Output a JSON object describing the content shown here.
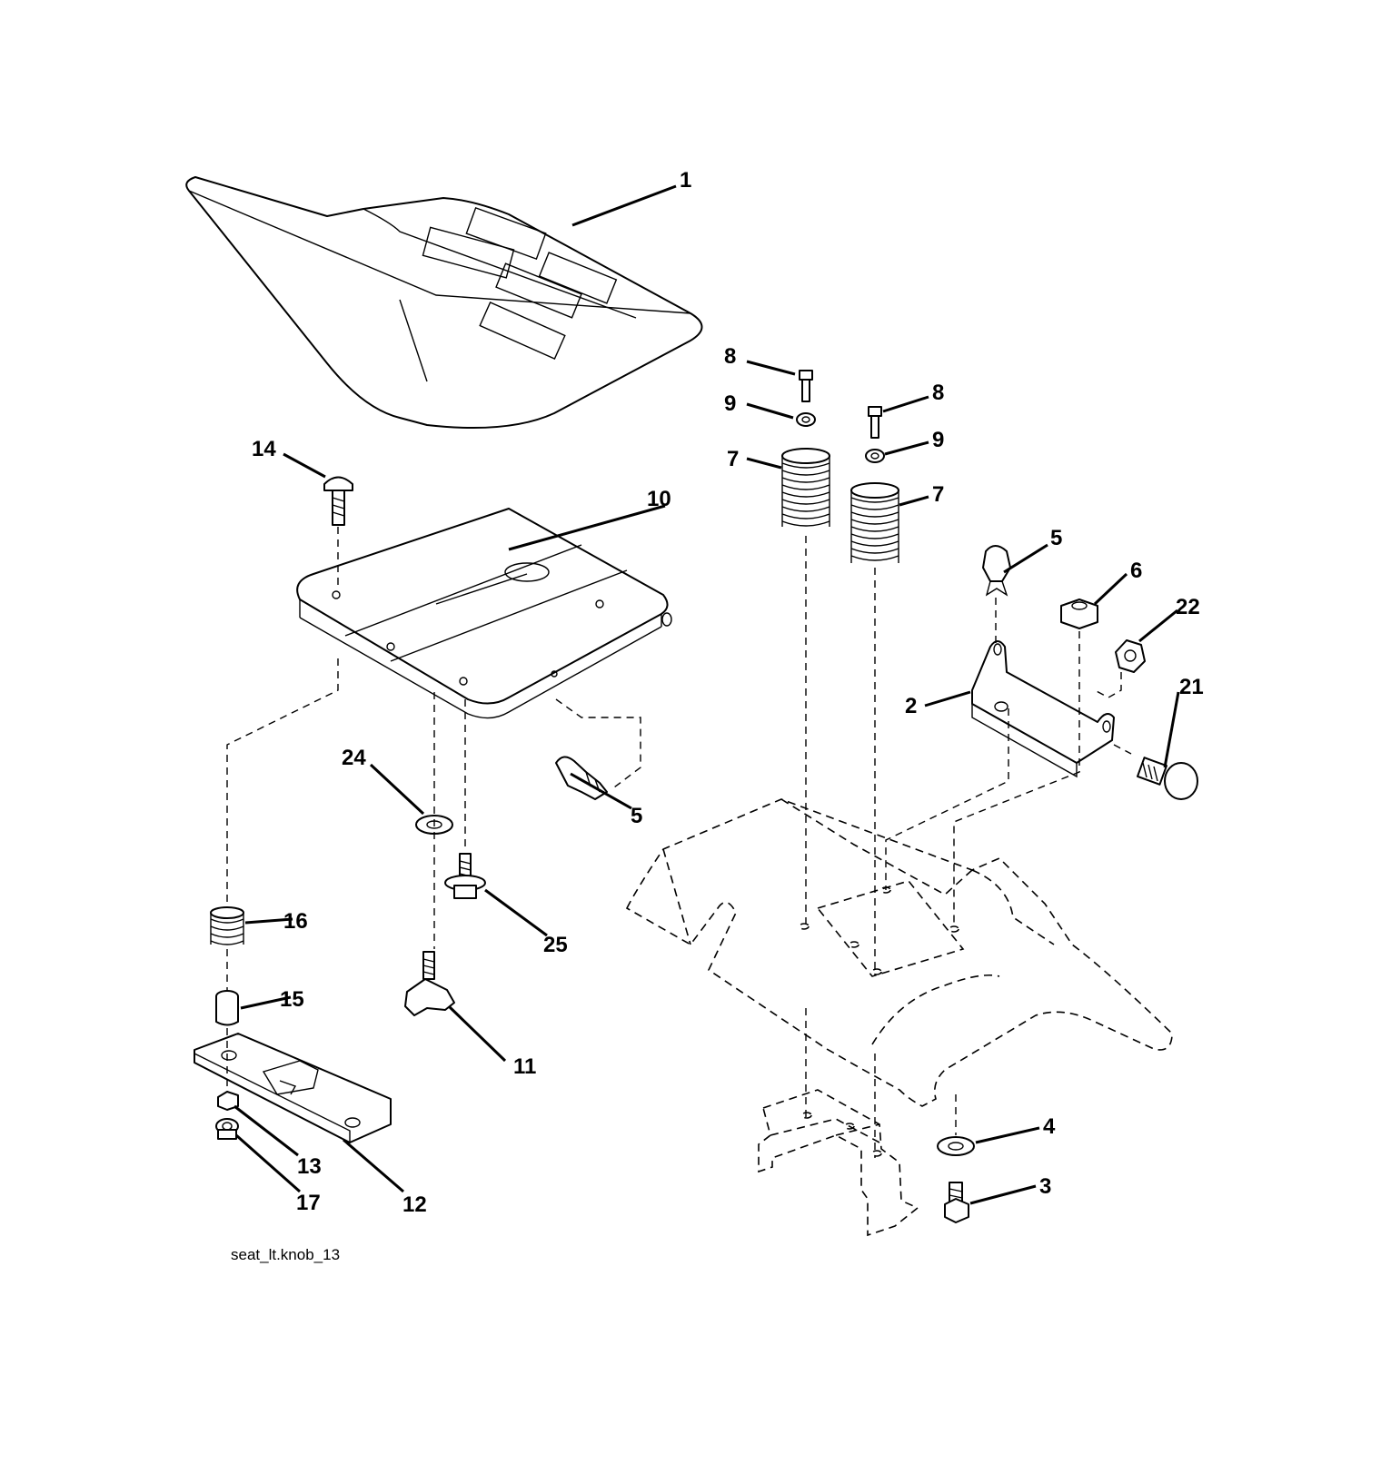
{
  "diagram": {
    "callouts": [
      "1",
      "2",
      "3",
      "4",
      "5",
      "5",
      "6",
      "7",
      "7",
      "8",
      "8",
      "9",
      "9",
      "10",
      "11",
      "12",
      "13",
      "14",
      "15",
      "16",
      "17",
      "21",
      "22",
      "24",
      "25"
    ],
    "caption": "seat_lt.knob_13"
  }
}
